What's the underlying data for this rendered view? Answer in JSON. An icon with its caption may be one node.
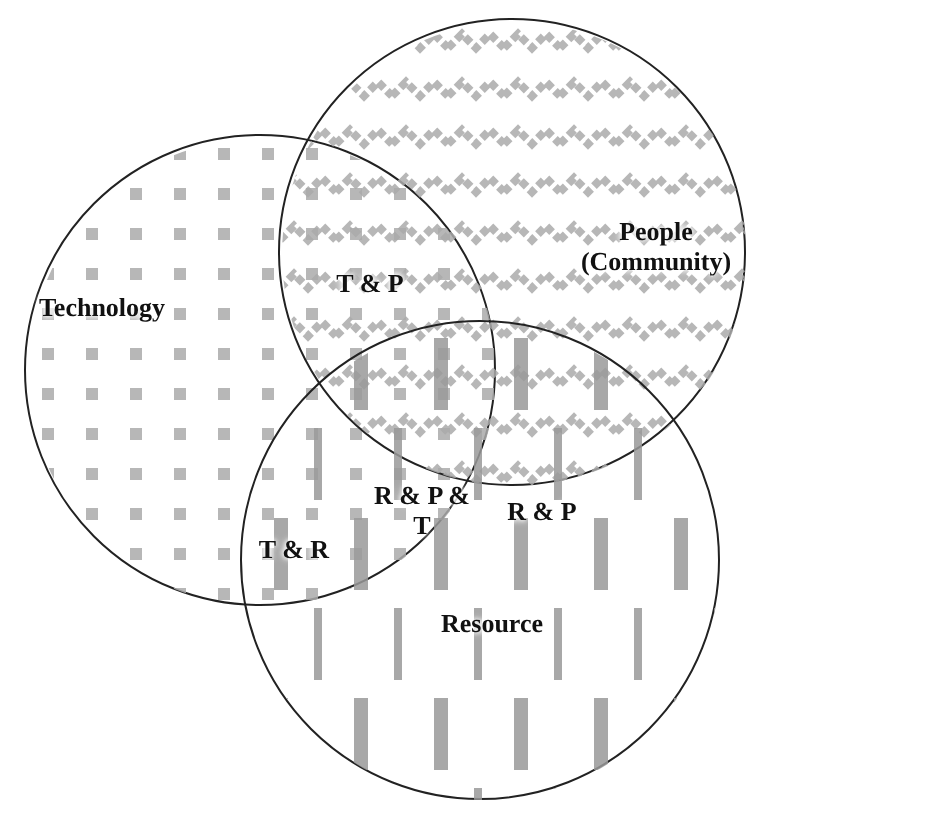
{
  "diagram": {
    "nodes": [
      {
        "text": [
          "Technology"
        ]
      },
      {
        "text": [
          "People (Community)"
        ]
      },
      {
        "text": [
          "Resource"
        ]
      }
    ],
    "labels": [
      "T & P",
      "R & P & T",
      "R & P",
      "T & R"
    ]
  }
}
